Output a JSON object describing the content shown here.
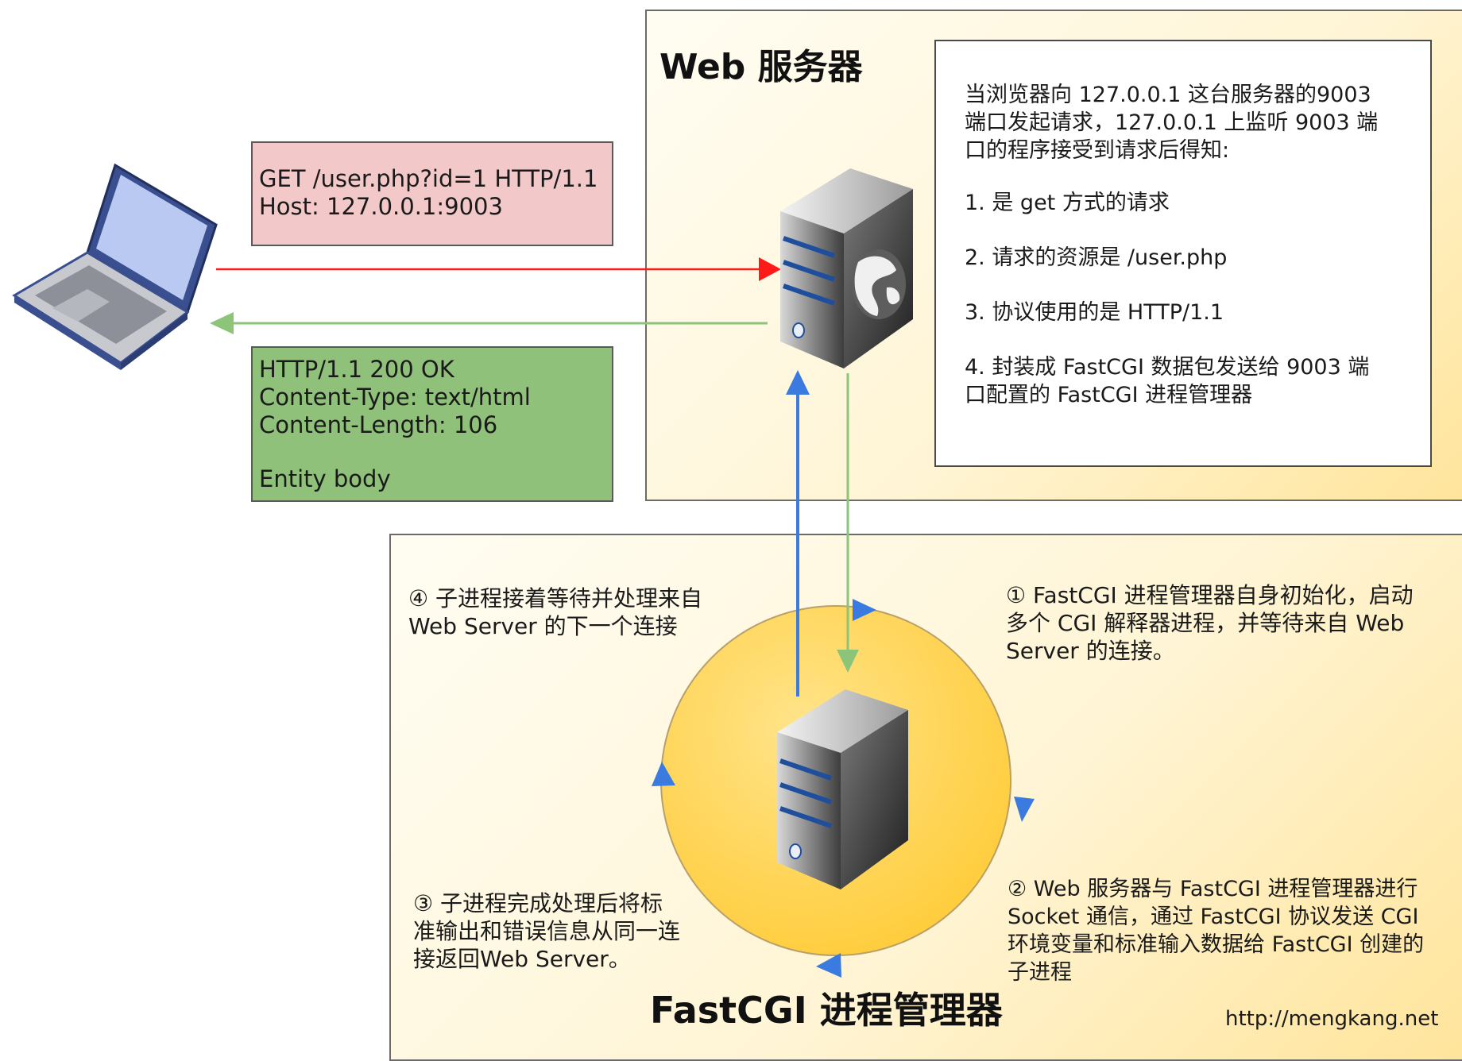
{
  "web_server": {
    "title": "Web 服务器",
    "description": {
      "intro_line1": "当浏览器向 127.0.0.1 这台服务器的9003",
      "intro_line2": "端口发起请求，127.0.0.1 上监听 9003 端",
      "intro_line3": "口的程序接受到请求后得知:",
      "item1": "1. 是 get 方式的请求",
      "item2": "2. 请求的资源是 /user.php",
      "item3": "3. 协议使用的是 HTTP/1.1",
      "item4_line1": "4. 封装成 FastCGI 数据包发送给 9003 端",
      "item4_line2": "口配置的 FastCGI 进程管理器"
    }
  },
  "request": {
    "line1": "GET /user.php?id=1 HTTP/1.1",
    "line2": "Host: 127.0.0.1:9003"
  },
  "response": {
    "line1": "HTTP/1.1 200 OK",
    "line2": "Content-Type: text/html",
    "line3": "Content-Length: 106",
    "line4": "Entity body"
  },
  "fastcgi": {
    "title": "FastCGI 进程管理器",
    "step1_line1": "① FastCGI 进程管理器自身初始化，启动",
    "step1_line2": "多个 CGI 解释器进程，并等待来自 Web",
    "step1_line3": "Server 的连接。",
    "step2_line1": "② Web 服务器与 FastCGI 进程管理器进行",
    "step2_line2": "Socket 通信，通过 FastCGI 协议发送 CGI",
    "step2_line3": "环境变量和标准输入数据给 FastCGI 创建的",
    "step2_line4": "子进程",
    "step3_line1": "③ 子进程完成处理后将标",
    "step3_line2": "准输出和错误信息从同一连",
    "step3_line3": "接返回Web Server。",
    "step4_line1": "④ 子进程接着等待并处理来自",
    "step4_line2": "Web Server 的下一个连接"
  },
  "watermark": "http://mengkang.net",
  "colors": {
    "request_arrow": "#ff1a1a",
    "response_arrow": "#8cc47a",
    "request_box": "#f2c8c9",
    "response_box": "#8fc17a",
    "blue_arrow": "#3b7be0",
    "cycle_fill": "#ffd24d"
  },
  "icons": {
    "client": "laptop-icon",
    "web_server": "web-server-tower-icon",
    "fastcgi_server": "server-tower-icon"
  }
}
